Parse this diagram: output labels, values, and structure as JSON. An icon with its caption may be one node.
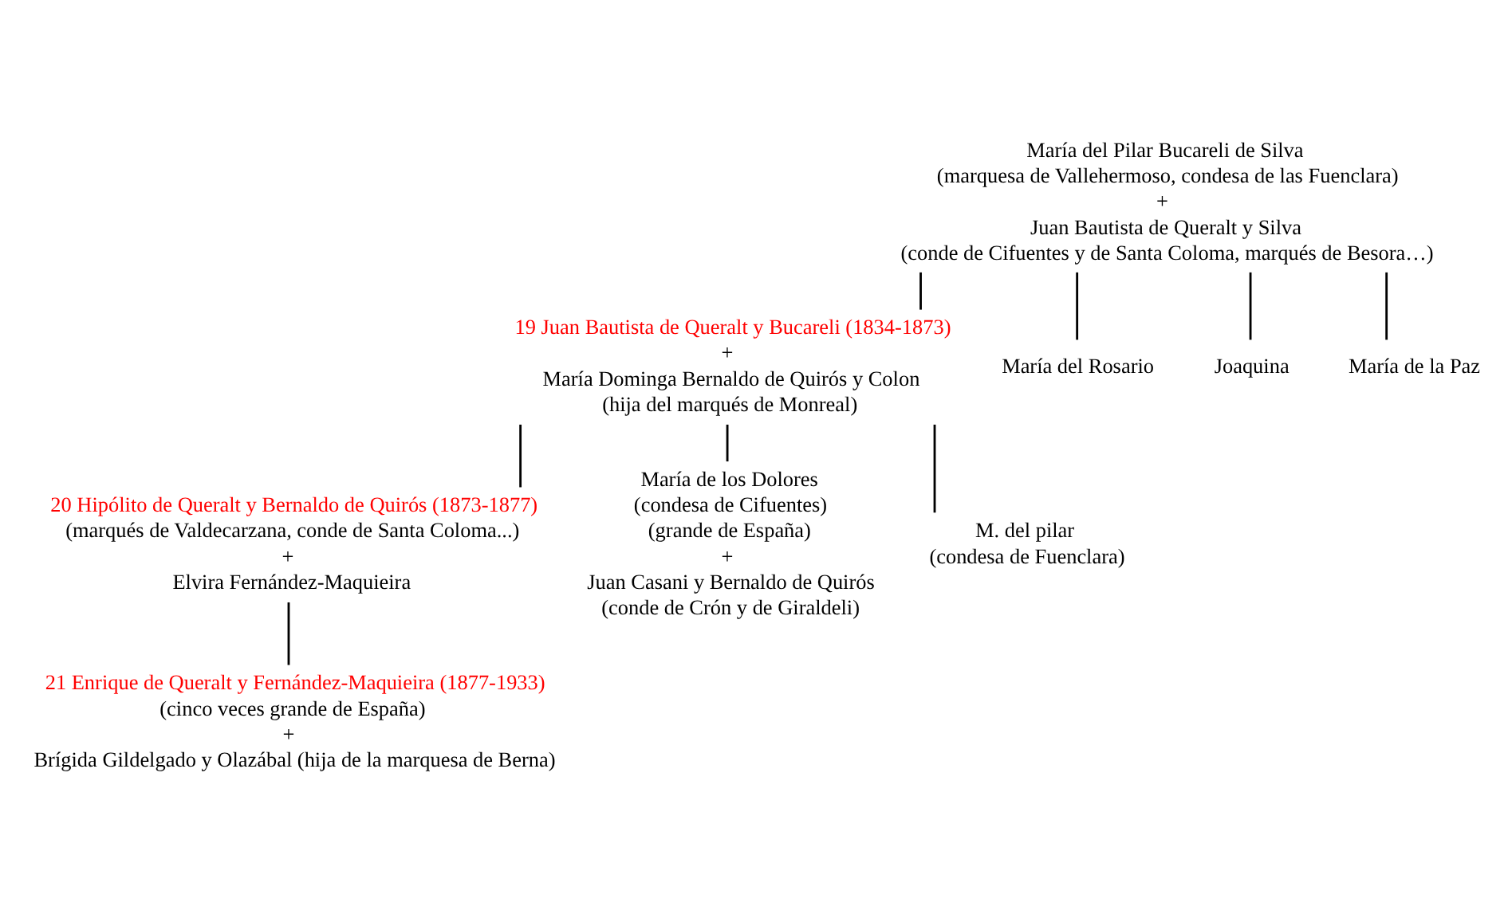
{
  "diagram": {
    "nodes": [
      {
        "text": [
          "María del Pilar Bucareli de Silva",
          "(marquesa de Vallehermoso, condesa de las Fuenclara)",
          "+",
          "Juan Bautista de Queralt y Silva",
          "(conde de Cifuentes y de Santa Coloma, marqués de Besora…)"
        ]
      },
      {
        "text": [
          "19 Juan Bautista de Queralt y Bucareli (1834-1873)",
          "+",
          "María Dominga Bernaldo de Quirós y Colon",
          "(hija del marqués de Monreal)"
        ]
      },
      {
        "text": [
          "María del Rosario"
        ]
      },
      {
        "text": [
          "Joaquina"
        ]
      },
      {
        "text": [
          "María de la Paz"
        ]
      },
      {
        "text": [
          "20 Hipólito de Queralt y Bernaldo de Quirós (1873-1877)",
          "(marqués de Valdecarzana, conde de Santa Coloma...)",
          "+",
          "Elvira Fernández-Maquieira"
        ]
      },
      {
        "text": [
          "María de los Dolores",
          "(condesa de Cifuentes)",
          "(grande de España)",
          "+",
          "Juan Casani y Bernaldo de Quirós",
          "(conde de Crón y de Giraldeli)"
        ]
      },
      {
        "text": [
          "M. del pilar",
          "(condesa de Fuenclara)"
        ]
      },
      {
        "text": [
          "21 Enrique de Queralt y Fernández-Maquieira (1877-1933)",
          "(cinco veces grande de España)",
          "+",
          "Brígida Gildelgado y Olazábal (hija de la marquesa de Berna)"
        ]
      }
    ],
    "edges": [
      {
        "from": 0,
        "to": 1,
        "arrow": "none"
      },
      {
        "from": 0,
        "to": 2,
        "arrow": "none"
      },
      {
        "from": 0,
        "to": 3,
        "arrow": "none"
      },
      {
        "from": 0,
        "to": 4,
        "arrow": "none"
      },
      {
        "from": 1,
        "to": 5,
        "arrow": "none"
      },
      {
        "from": 1,
        "to": 6,
        "arrow": "none"
      },
      {
        "from": 1,
        "to": 7,
        "arrow": "none"
      },
      {
        "from": 5,
        "to": 8,
        "arrow": "none"
      }
    ]
  }
}
